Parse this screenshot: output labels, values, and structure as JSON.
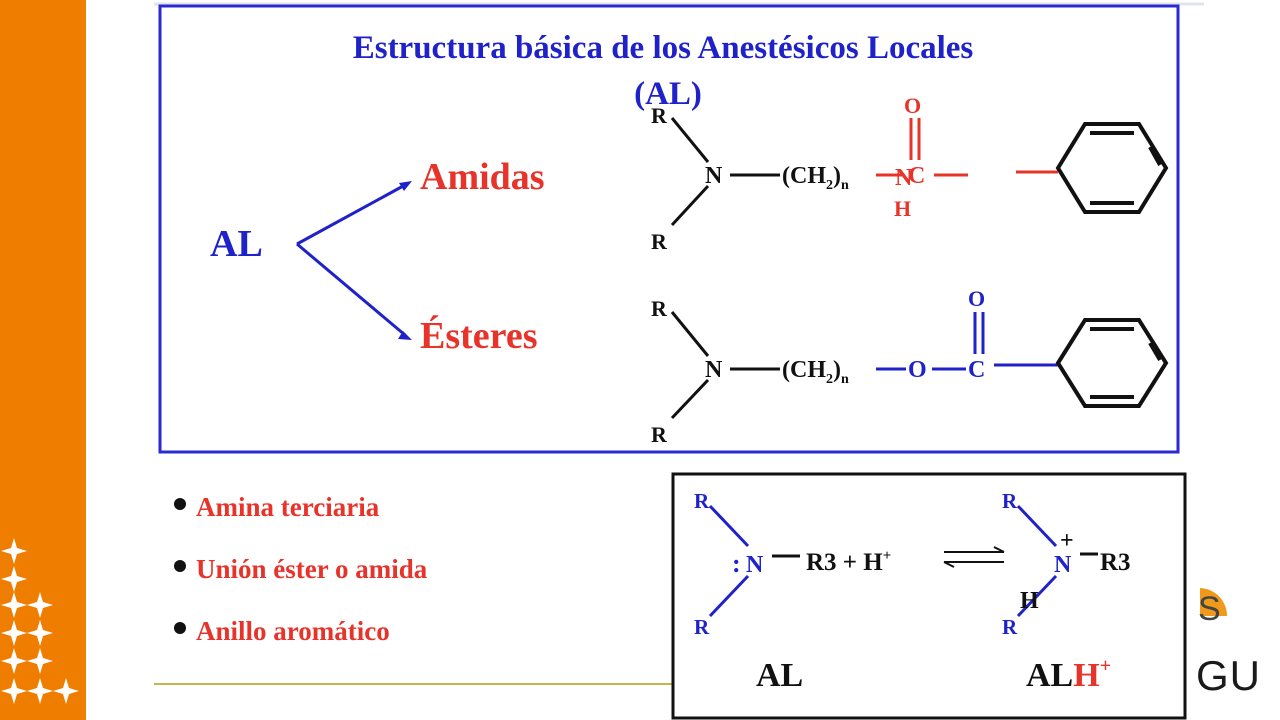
{
  "slide": {
    "title_line1": "Estructura  básica de  los Anestésicos Locales",
    "title_line2": "(AL)",
    "root_label": "AL",
    "branch_amidas": "Amidas",
    "branch_esteres": "Ésteres",
    "bullets": [
      "Amina terciaria",
      "Unión éster o amida",
      "Anillo aromático"
    ],
    "logo_partial_top": "S",
    "logo_partial_bottom": "GU"
  },
  "amide_structure": {
    "r_top": "R",
    "r_bottom": "R",
    "n": "N",
    "chain": "(CH",
    "chain_sub2": "2",
    "chain_close": ")",
    "chain_subn": "n",
    "n2": "N",
    "c": "C",
    "o": "O",
    "h": "H"
  },
  "ester_structure": {
    "r_top": "R",
    "r_bottom": "R",
    "n": "N",
    "chain": "(CH",
    "chain_sub2": "2",
    "chain_close": ")",
    "chain_subn": "n",
    "o_link": "O",
    "c": "C",
    "o": "O"
  },
  "equilibrium": {
    "r1": "R",
    "r2": "R",
    "colon": ":",
    "n": "N",
    "r3": "R3 + H",
    "plus_sup": "+",
    "r1b": "R",
    "r2b": "R",
    "plus_charge": "+",
    "nb": "N",
    "r3b": "R3",
    "hb": "H",
    "label_al": "AL",
    "label_alh_black": "AL",
    "label_alh_red": "H",
    "label_alh_sup": "+"
  },
  "colors": {
    "orange": "#ef7d00",
    "blue": "#1f22c8",
    "red": "#e8332a",
    "frame_blue": "#2a2ad0"
  }
}
